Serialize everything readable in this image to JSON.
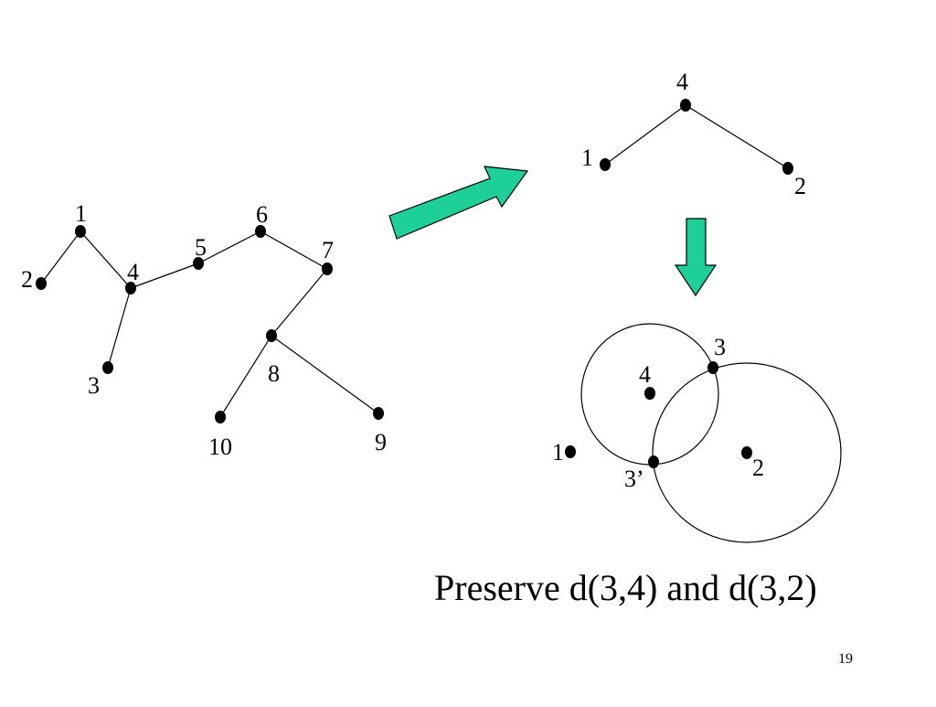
{
  "colors": {
    "arrow_fill": "#1fcf9a",
    "line": "#000000",
    "background": "#ffffff"
  },
  "left_tree": {
    "labels": {
      "n1": "1",
      "n2": "2",
      "n3": "3",
      "n4": "4",
      "n5": "5",
      "n6": "6",
      "n7": "7",
      "n8": "8",
      "n9": "9",
      "n10": "10"
    }
  },
  "right_tree": {
    "labels": {
      "n4": "4",
      "n1": "1",
      "n2": "2"
    }
  },
  "circles_view": {
    "labels": {
      "n3": "3",
      "n4": "4",
      "n1": "1",
      "n2": "2",
      "n3p": "3’"
    }
  },
  "caption": "Preserve d(3,4) and d(3,2)",
  "page_number": "19"
}
